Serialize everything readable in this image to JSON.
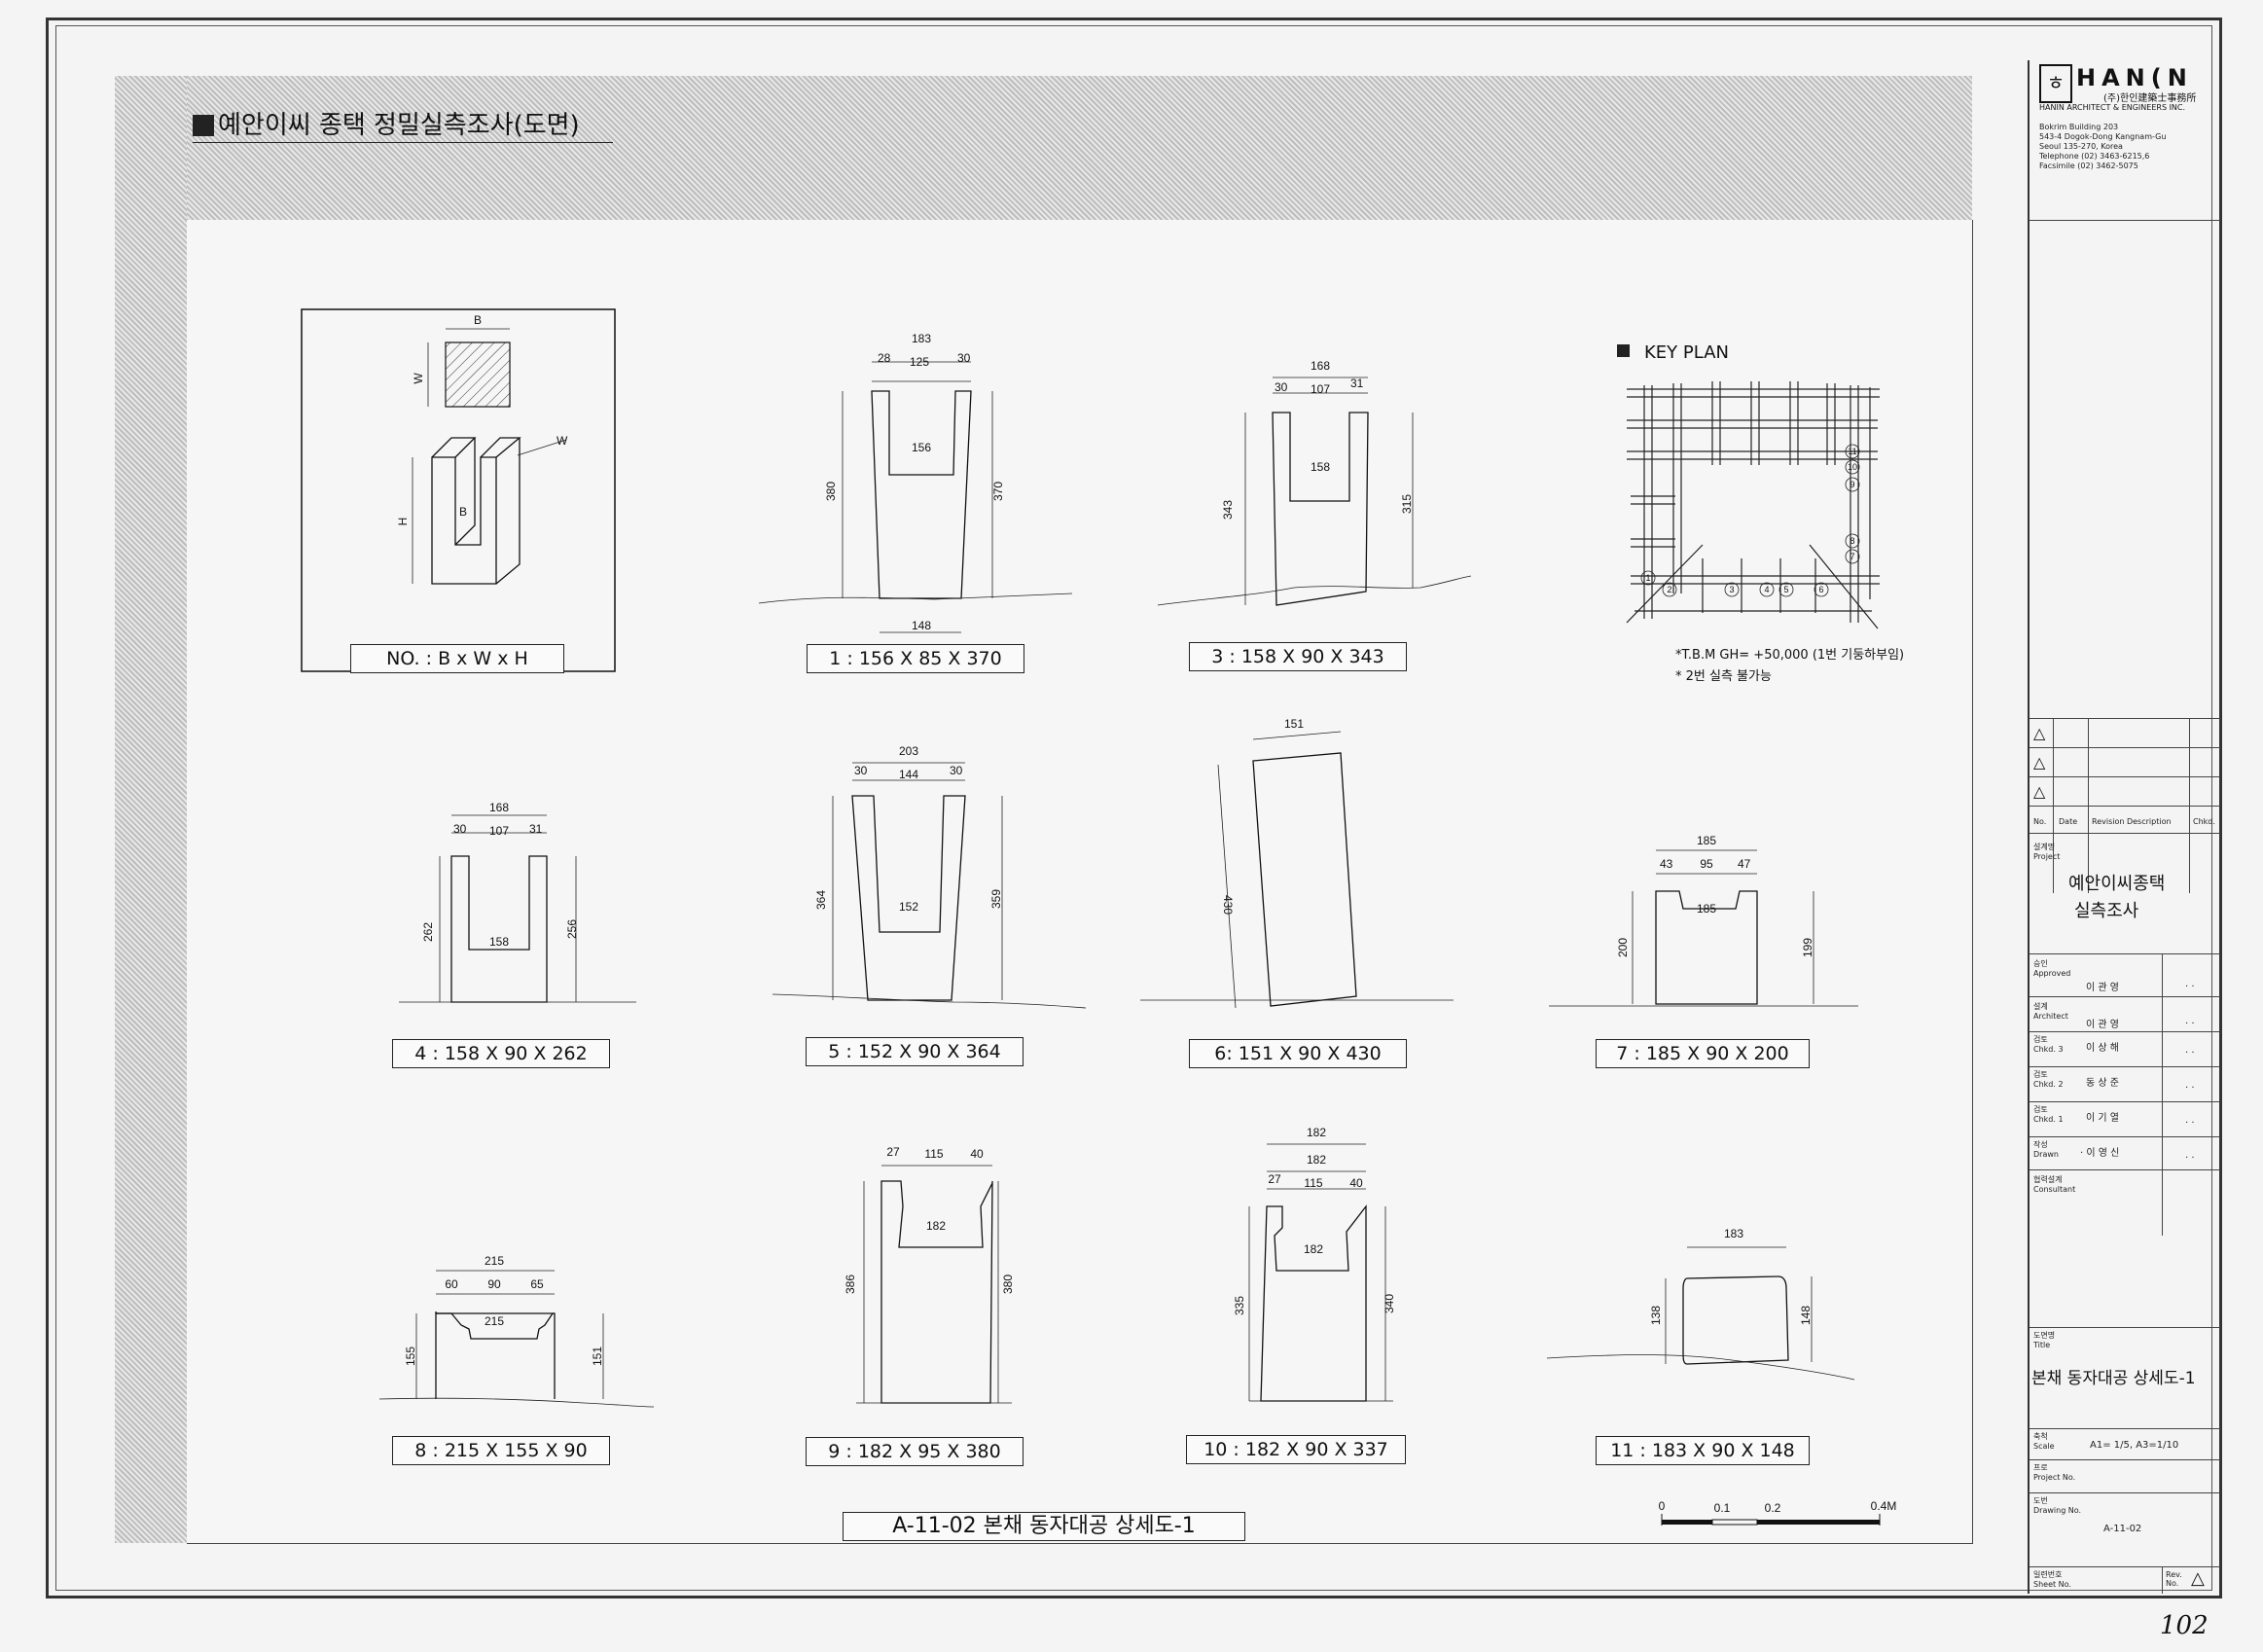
{
  "sheet": {
    "title": "예안이씨 종택 정밀실측조사(도면)",
    "drawing_title": "A-11-02  본채 동자대공 상세도-1",
    "page_number": "102"
  },
  "legend": {
    "caption": "NO. : B x W x H",
    "b_label": "B",
    "w_label": "W",
    "h_label": "H"
  },
  "details": [
    {
      "caption": "1 : 156 X 85 X 370",
      "dims": [
        "183",
        "28",
        "125",
        "30",
        "156",
        "380",
        "370",
        "148"
      ]
    },
    {
      "caption": "3 : 158 X 90 X 343",
      "dims": [
        "168",
        "30",
        "107",
        "31",
        "158",
        "343",
        "315"
      ]
    },
    {
      "caption": "4 : 158 X 90 X 262",
      "dims": [
        "168",
        "30",
        "107",
        "31",
        "158",
        "262",
        "256"
      ]
    },
    {
      "caption": "5 : 152 X 90 X 364",
      "dims": [
        "203",
        "30",
        "144",
        "30",
        "152",
        "364",
        "359"
      ]
    },
    {
      "caption": "6: 151 X 90 X 430",
      "dims": [
        "151",
        "430"
      ]
    },
    {
      "caption": "7 : 185 X 90 X 200",
      "dims": [
        "185",
        "43",
        "95",
        "47",
        "185",
        "200",
        "199"
      ]
    },
    {
      "caption": "8 : 215 X 155 X 90",
      "dims": [
        "215",
        "60",
        "90",
        "65",
        "215",
        "155",
        "151"
      ]
    },
    {
      "caption": "9 : 182 X 95 X 380",
      "dims": [
        "27",
        "115",
        "40",
        "182",
        "386",
        "380"
      ]
    },
    {
      "caption": "10 : 182 X 90 X 337",
      "dims": [
        "182",
        "182",
        "27",
        "115",
        "40",
        "182",
        "335",
        "340"
      ]
    },
    {
      "caption": "11 : 183 X 90 X 148",
      "dims": [
        "183",
        "138",
        "148"
      ]
    }
  ],
  "key_plan": {
    "title": "KEY PLAN",
    "note1": "*T.B.M GH= +50,000 (1번 기둥하부임)",
    "note2": "* 2번 실측 불가능",
    "markers": [
      "1",
      "2",
      "3",
      "4",
      "5",
      "6",
      "7",
      "8",
      "9",
      "10",
      "11"
    ]
  },
  "scale_bar": {
    "labels": [
      "0",
      "0.1",
      "0.2",
      "0.4M"
    ]
  },
  "title_block": {
    "firm_logo": "HAN(N",
    "firm_name_kr": "(주)한인建築士事務所",
    "firm_name_en": "HANIN ARCHITECT & ENGINEERS INC.",
    "address": [
      "Bokrim Building 203",
      "543-4 Dogok-Dong Kangnam-Gu",
      "Seoul 135-270, Korea",
      "Telephone (02) 3463-6215,6",
      "Facsimile  (02) 3462-5075"
    ],
    "rev_headers": [
      "No.",
      "Date",
      "Revision Description",
      "Chkd."
    ],
    "project_label_kr": "설계명",
    "project_label": "Project",
    "project_name": [
      "예안이씨종택",
      "실측조사"
    ],
    "rows": [
      {
        "kr": "승인",
        "en": "Approved",
        "name": "이 관 영",
        "date": ". ."
      },
      {
        "kr": "설계",
        "en": "Architect",
        "name": "이 관 영",
        "date": ". ."
      },
      {
        "kr": "검토",
        "en": "Chkd. 3",
        "name": "이 상 해",
        "date": ". ."
      },
      {
        "kr": "검토",
        "en": "Chkd. 2",
        "name": "동 상 준",
        "date": ". ."
      },
      {
        "kr": "검토",
        "en": "Chkd. 1",
        "name": "이 기 열",
        "date": ". ."
      },
      {
        "kr": "작성",
        "en": "Drawn",
        "name": "· 이 영 신",
        "date": ". ."
      }
    ],
    "consultant_kr": "협력설계",
    "consultant": "Consultant",
    "title_label_kr": "도면명",
    "title_label": "Title",
    "title_value": "본채 동자대공 상세도-1",
    "scale_label_kr": "축척",
    "scale_label": "Scale",
    "scale_value": "A1= 1/5, A3=1/10",
    "projno_label_kr": "프로",
    "projno_label": "Project No.",
    "drawno_label_kr": "도번",
    "drawno_label": "Drawing No.",
    "drawno_value": "A-11-02",
    "sheet_label_kr": "일련번호",
    "sheet_label": "Sheet No.",
    "rev_label": "Rev. No."
  }
}
